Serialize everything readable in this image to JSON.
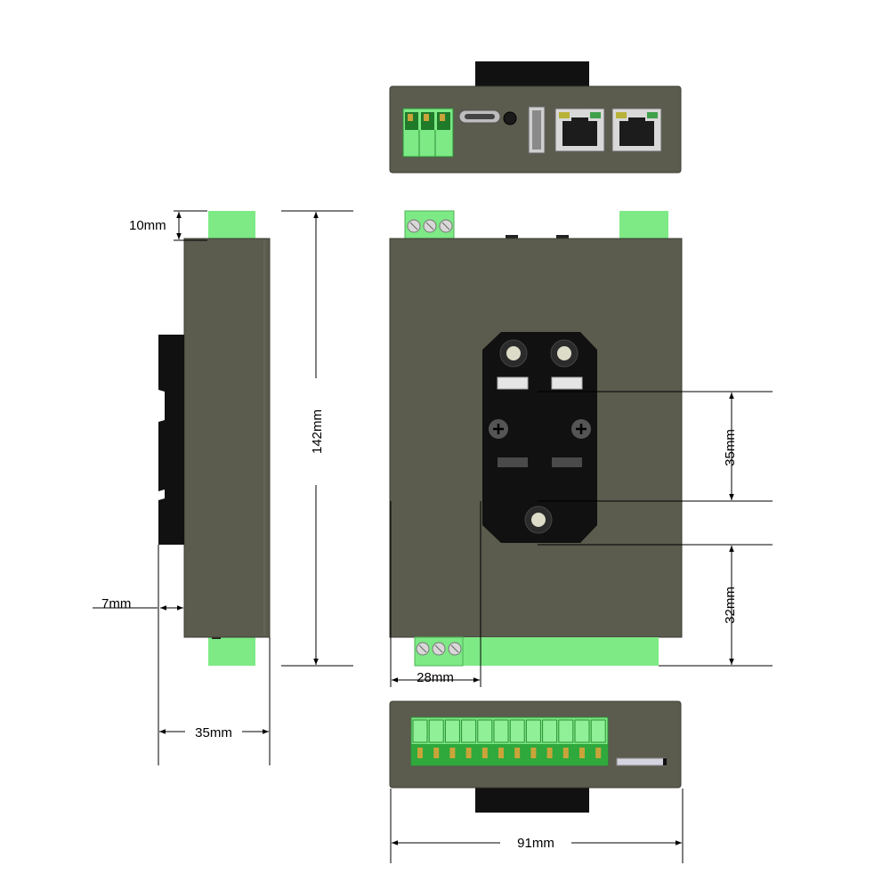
{
  "dimensions": {
    "top_tab": "10mm",
    "height": "142mm",
    "din_offset": "7mm",
    "depth": "35mm",
    "mount_spacing": "35mm",
    "mount_bottom": "32mm",
    "mount_left": "28mm",
    "width": "91mm"
  },
  "colors": {
    "housing": "#5b5b4e",
    "housing_edge": "#3e3e34",
    "terminal_green": "#7dea85",
    "terminal_dark": "#2fa83c",
    "din_clip": "#111111",
    "dimension_line": "#000000"
  },
  "views": [
    "top-view",
    "side-view",
    "front-view",
    "bottom-view"
  ]
}
